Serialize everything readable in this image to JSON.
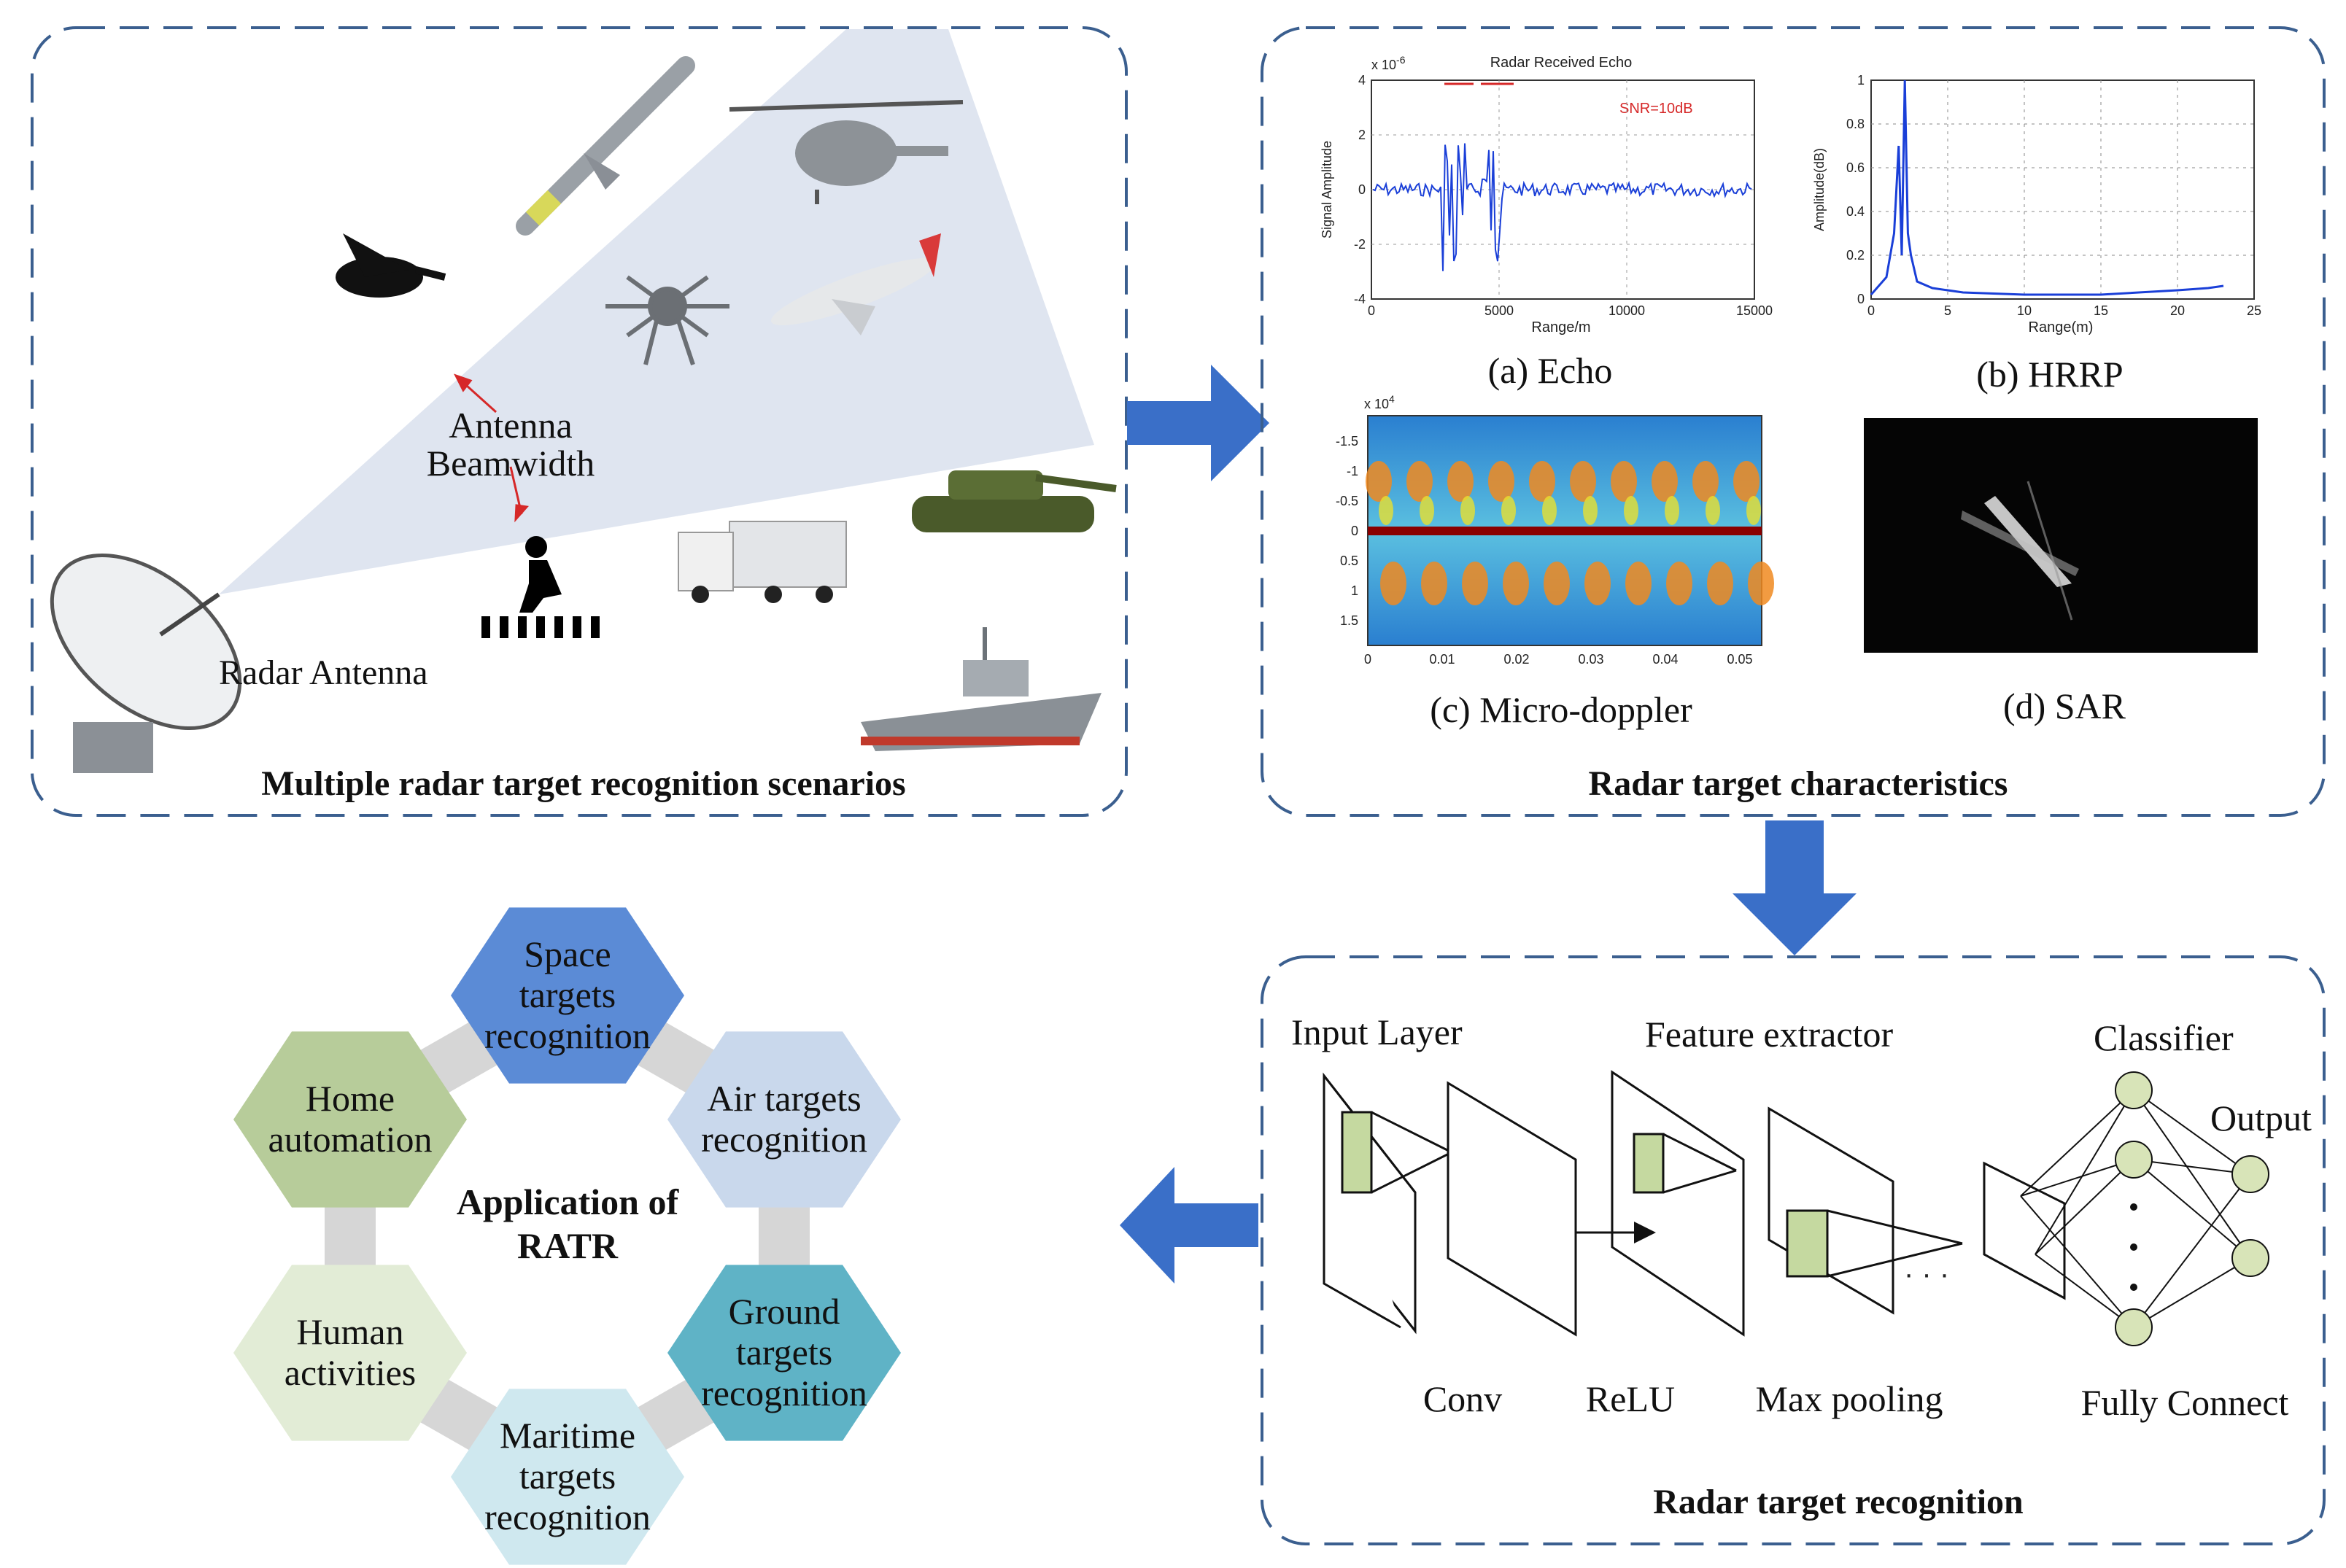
{
  "panels": {
    "scenarios": {
      "caption": "Multiple radar target recognition scenarios",
      "beam_label_1": "Antenna",
      "beam_label_2": "Beamwidth",
      "antenna_label": "Radar Antenna"
    },
    "characteristics": {
      "caption": "Radar target characteristics",
      "echo": {
        "caption": "(a) Echo",
        "title": "Radar Received Echo",
        "snr": "SNR=10dB",
        "ylabel": "Signal Amplitude",
        "xlabel": "Range/m",
        "exponent": "x 10",
        "exponent_power": "-6",
        "xticks": [
          "0",
          "5000",
          "10000",
          "15000"
        ],
        "yticks": [
          "4",
          "2",
          "0",
          "-2",
          "-4"
        ]
      },
      "hrrp": {
        "caption": "(b) HRRP",
        "ylabel": "Amplitude(dB)",
        "xlabel": "Range(m)",
        "xticks": [
          "0",
          "5",
          "10",
          "15",
          "20",
          "25"
        ],
        "yticks": [
          "1",
          "0.8",
          "0.6",
          "0.4",
          "0.2",
          "0"
        ]
      },
      "micro_doppler": {
        "caption": "(c) Micro-doppler",
        "exponent": "x 10",
        "exponent_power": "4",
        "yticks": [
          "-1.5",
          "-1",
          "-0.5",
          "0",
          "0.5",
          "1",
          "1.5"
        ],
        "xticks": [
          "0",
          "0.01",
          "0.02",
          "0.03",
          "0.04",
          "0.05"
        ]
      },
      "sar": {
        "caption": "(d) SAR"
      }
    },
    "recognition": {
      "caption": "Radar target recognition",
      "input_layer": "Input Layer",
      "feature_extractor": "Feature extractor",
      "classifier": "Classifier",
      "output": "Output",
      "conv": "Conv",
      "relu": "ReLU",
      "max_pooling": "Max pooling",
      "fully_connect": "Fully Connect"
    },
    "applications": {
      "center_1": "Application of",
      "center_2": "RATR",
      "hexagons": [
        {
          "lines": [
            "Space",
            "targets",
            "recognition"
          ],
          "color": "#5b8bd6"
        },
        {
          "lines": [
            "Air targets",
            "recognition"
          ],
          "color": "#c9d8ec"
        },
        {
          "lines": [
            "Ground",
            "targets",
            "recognition"
          ],
          "color": "#5fb3c6"
        },
        {
          "lines": [
            "Maritime",
            "targets",
            "recognition"
          ],
          "color": "#cfe8ef"
        },
        {
          "lines": [
            "Human",
            "activities"
          ],
          "color": "#e2ecd6"
        },
        {
          "lines": [
            "Home",
            "automation"
          ],
          "color": "#b7cc9a"
        }
      ]
    }
  },
  "colors": {
    "arrow": "#3a6fc8",
    "dashed_border": "#3b5f8f",
    "beam": "#dfe5f0"
  }
}
